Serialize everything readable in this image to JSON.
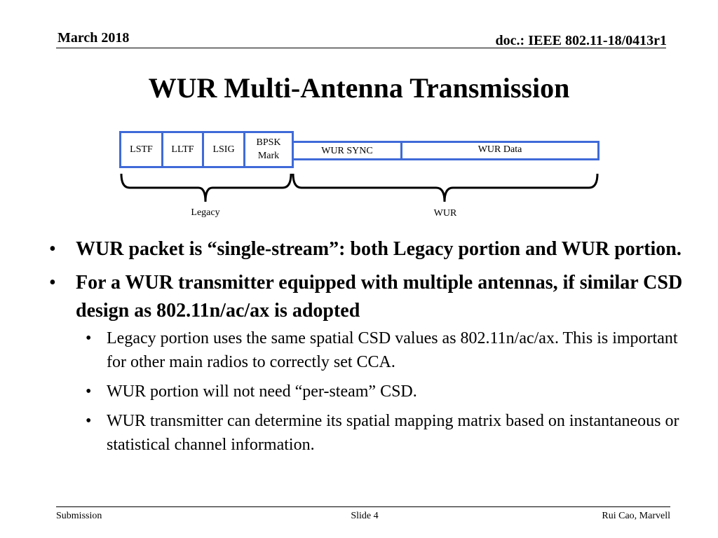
{
  "header": {
    "date": "March 2018",
    "doc_id": "doc.: IEEE 802.11-18/0413r1"
  },
  "title": "WUR Multi-Antenna Transmission",
  "diagram": {
    "fields": {
      "lstf": "LSTF",
      "lltf": "LLTF",
      "lsig": "LSIG",
      "bpsk_line1": "BPSK",
      "bpsk_line2": "Mark",
      "wur_sync": "WUR SYNC",
      "wur_data": "WUR Data"
    },
    "brace_labels": {
      "legacy": "Legacy",
      "wur": "WUR"
    },
    "field_border_color": "#3f6ad8"
  },
  "bullets": [
    {
      "text": "WUR packet is “single-stream”: both Legacy portion and WUR portion."
    },
    {
      "text": "For a WUR transmitter equipped with multiple antennas, if similar CSD design as 802.11n/ac/ax is adopted",
      "sub": [
        "Legacy portion uses the same spatial CSD values as 802.11n/ac/ax. This is important for other main radios to correctly set CCA.",
        "WUR portion will not need “per-steam” CSD.",
        "WUR transmitter can determine its spatial mapping matrix based on instantaneous or statistical channel information."
      ]
    }
  ],
  "footer": {
    "left": "Submission",
    "center": "Slide 4",
    "right": "Rui Cao, Marvell"
  }
}
